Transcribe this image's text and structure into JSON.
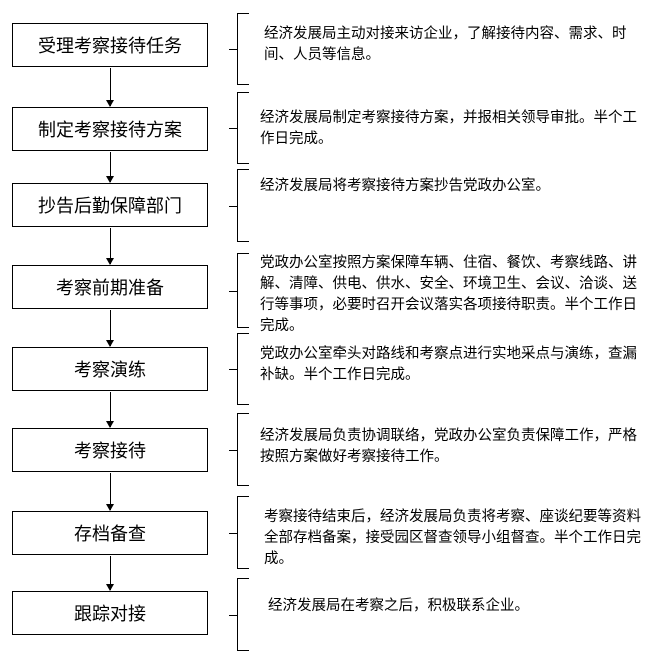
{
  "steps": [
    {
      "title": "受理考察接待任务",
      "description": "经济发展局主动对接来访企业，了解接待内容、需求、时间、人员等信息。"
    },
    {
      "title": "制定考察接待方案",
      "description": "经济发展局制定考察接待方案，并报相关领导审批。半个工作日完成。"
    },
    {
      "title": "抄告后勤保障部门",
      "description": "经济发展局将考察接待方案抄告党政办公室。"
    },
    {
      "title": "考察前期准备",
      "description": "党政办公室按照方案保障车辆、住宿、餐饮、考察线路、讲解、清障、供电、供水、安全、环境卫生、会议、洽谈、送行等事项，必要时召开会议落实各项接待职责。半个工作日完成。"
    },
    {
      "title": "考察演练",
      "description": "党政办公室牵头对路线和考察点进行实地采点与演练，查漏补缺。半个工作日完成。"
    },
    {
      "title": "考察接待",
      "description": "经济发展局负责协调联络，党政办公室负责保障工作，严格按照方案做好考察接待工作。"
    },
    {
      "title": "存档备查",
      "description": "考察接待结束后，经济发展局负责将考察、座谈纪要等资料全部存档备案，接受园区督查领导小组督查。半个工作日完成。"
    },
    {
      "title": "跟踪对接",
      "description": "经济发展局在考察之后，积极联系企业。"
    }
  ]
}
